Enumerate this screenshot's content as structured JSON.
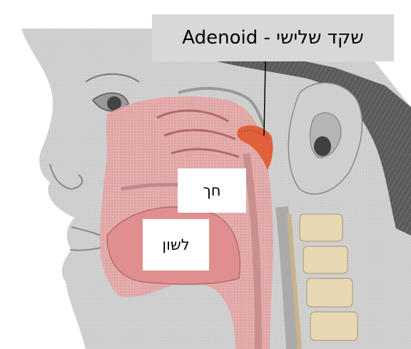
{
  "labels": {
    "adenoid": "שקד שלישי - Adenoid",
    "palate": "חך",
    "tongue": "לשון"
  },
  "colors": {
    "background": "#ffffff",
    "skin": "#d6d6d6",
    "hair": "#555555",
    "tissue": "#e3a0a0",
    "adenoid_tissue": "#e0603c",
    "label_box": "#d8d8d8",
    "leader_line": "#000000"
  }
}
